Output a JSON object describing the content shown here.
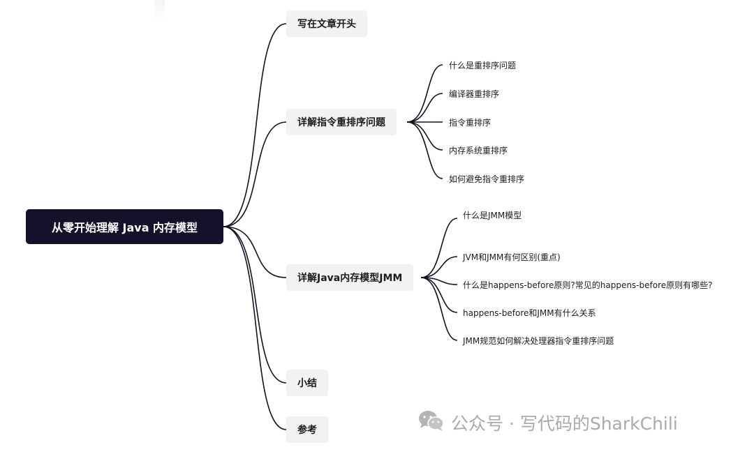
{
  "root": {
    "label": "从零开始理解 Java 内存模型"
  },
  "branches": [
    {
      "label": "写在文章开头",
      "children": []
    },
    {
      "label": "详解指令重排序问题",
      "children": [
        "什么是重排序问题",
        "编译器重排序",
        "指令重排序",
        "内存系统重排序",
        "如何避免指令重排序"
      ]
    },
    {
      "label": "详解Java内存模型JMM",
      "children": [
        "什么是JMM模型",
        "JVM和JMM有何区别(重点)",
        "什么是happens-before原则?常见的happens-before原则有哪些?",
        "happens-before和JMM有什么关系",
        "JMM规范如何解决处理器指令重排序问题"
      ]
    },
    {
      "label": "小结",
      "children": []
    },
    {
      "label": "参考",
      "children": []
    }
  ],
  "watermark": {
    "icon": "wechat-icon",
    "text": "公众号 · 写代码的SharkChili"
  },
  "colors": {
    "root_bg": "#14112a",
    "branch_bg": "#f2f2f2",
    "line": "#111122",
    "watermark": "#aaaaaa"
  }
}
